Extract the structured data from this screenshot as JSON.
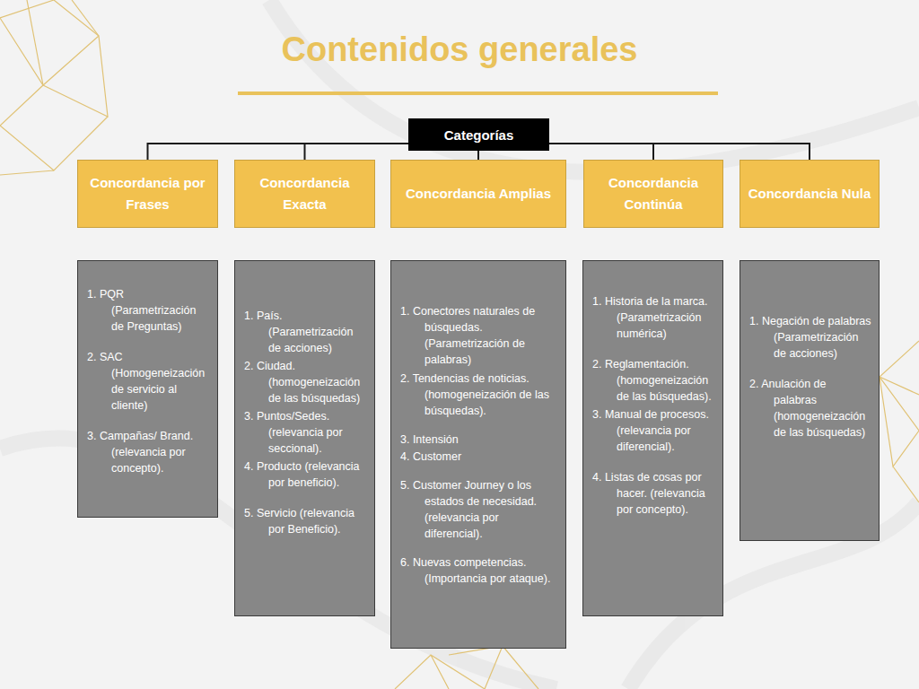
{
  "diagram": {
    "title": "Contenidos generales",
    "nodes": [
      {
        "text": [
          "Categorías"
        ]
      },
      {
        "text": [
          "Concordancia por Frases"
        ]
      },
      {
        "text": [
          "Concordancia Exacta"
        ]
      },
      {
        "text": [
          "Concordancia Amplias"
        ]
      },
      {
        "text": [
          "Concordancia Continúa"
        ]
      },
      {
        "text": [
          "Concordancia Nula"
        ]
      },
      {
        "text": [
          "1. PQR (Parametrización de Preguntas)",
          "2. SAC (Homogeneización de servicio al cliente)",
          "3. Campañas/ Brand. (relevancia por concepto)."
        ]
      },
      {
        "text": [
          "1. País. (Parametrización de acciones)",
          "2. Ciudad. (homogeneización de las búsquedas)",
          "3. Puntos/Sedes. (relevancia por seccional).",
          "4. Producto (relevancia por beneficio).",
          "5. Servicio (relevancia por Beneficio)."
        ]
      },
      {
        "text": [
          "1. Conectores naturales de búsquedas. (Parametrización de palabras)",
          "2. Tendencias de noticias. (homogeneización de las búsquedas).",
          "3. Intensión",
          "4. Customer",
          "5. Customer Journey o los estados de necesidad. (relevancia por diferencial).",
          "6. Nuevas competencias. (Importancia por ataque)."
        ]
      },
      {
        "text": [
          "1. Historia de la marca. (Parametrización numérica)",
          "2. Reglamentación. (homogeneización de las búsquedas).",
          "3. Manual de procesos. (relevancia por diferencial).",
          "4. Listas de cosas por hacer. (relevancia por concepto)."
        ]
      },
      {
        "text": [
          "1. Negación de palabras (Parametrización de acciones)",
          "2. Anulación de palabras (homogeneización de las búsquedas)"
        ]
      }
    ],
    "edges": [
      {
        "from": 0,
        "to": 1,
        "arrow": "none"
      },
      {
        "from": 0,
        "to": 2,
        "arrow": "none"
      },
      {
        "from": 0,
        "to": 3,
        "arrow": "none"
      },
      {
        "from": 0,
        "to": 4,
        "arrow": "none"
      },
      {
        "from": 0,
        "to": 5,
        "arrow": "none"
      }
    ]
  }
}
